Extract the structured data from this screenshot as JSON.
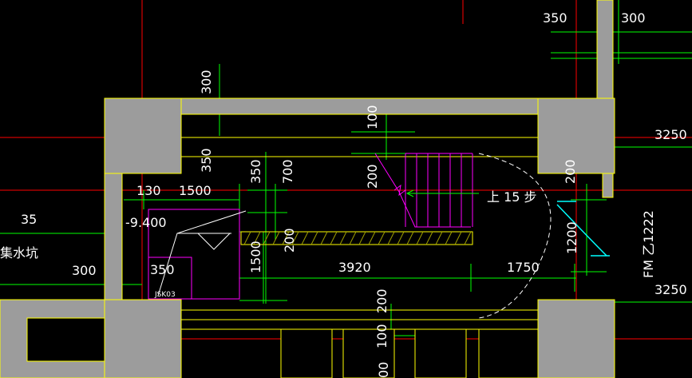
{
  "drawing": {
    "colors": {
      "background": "#000000",
      "wall_fill": "#9c9c9c",
      "wall_outline": "#ffff00",
      "axis_line": "#ff0000",
      "dimension_line": "#00ff00",
      "stair": "#ff00ff",
      "door": "#00ffff",
      "text": "#ffffff",
      "hatch": "#a0a000"
    },
    "dimensions": {
      "top_350": "350",
      "top_300": "300",
      "left_300": "300",
      "left_350": "350",
      "d100_top": "100",
      "d200_stair": "200",
      "d350_v": "350",
      "d700": "700",
      "d130": "130",
      "d1500_h": "1500",
      "d200_mid": "200",
      "d1500_v": "1500",
      "d350_pit": "350",
      "d300_left": "300",
      "d3920": "3920",
      "d1750": "1750",
      "d200_right": "200",
      "d1200": "1200",
      "d3250_top": "3250",
      "d3250_bottom": "3250",
      "d200_bottom": "200",
      "d100_bottom": "100",
      "d00_edge": "00"
    },
    "labels": {
      "elevation": "-9.400",
      "level_35": "35",
      "sump_pit": "集水坑",
      "pit_tag": "JSK03",
      "stair_up": "上 15 步",
      "door_tag": "FM 乙1222"
    }
  }
}
